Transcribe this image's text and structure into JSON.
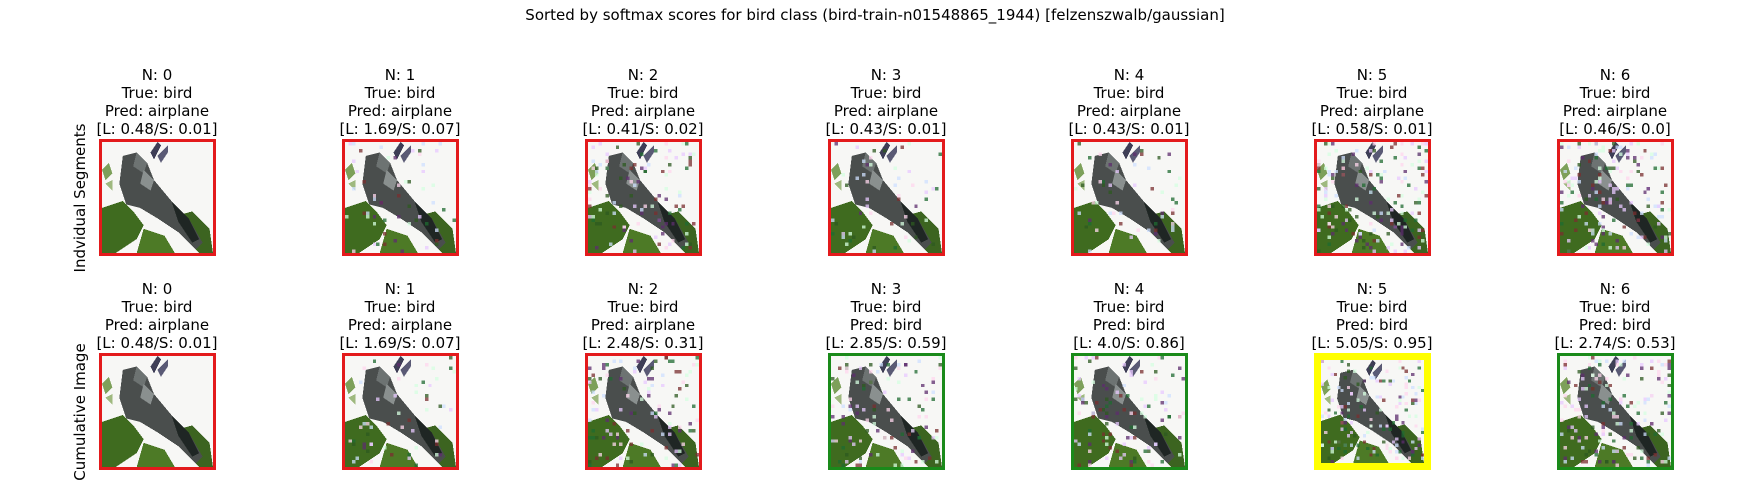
{
  "title": "Sorted by softmax scores for bird class (bird-train-n01548865_1944) [felzenszwalb/gaussian]",
  "row_labels": [
    "Indvidual Segments",
    "Cumulative Image"
  ],
  "colors": {
    "red": "#e31a1c",
    "green": "#1a8a1a",
    "yellow": "#ffff00"
  },
  "rows": [
    {
      "name": "individual",
      "cells": [
        {
          "n": "N: 0",
          "true": "True: bird",
          "pred": "Pred: airplane",
          "score": "[L: 0.48/S: 0.01]",
          "border": "red",
          "noise": 0
        },
        {
          "n": "N: 1",
          "true": "True: bird",
          "pred": "Pred: airplane",
          "score": "[L: 1.69/S: 0.07]",
          "border": "red",
          "noise": 1
        },
        {
          "n": "N: 2",
          "true": "True: bird",
          "pred": "Pred: airplane",
          "score": "[L: 0.41/S: 0.02]",
          "border": "red",
          "noise": 2
        },
        {
          "n": "N: 3",
          "true": "True: bird",
          "pred": "Pred: airplane",
          "score": "[L: 0.43/S: 0.01]",
          "border": "red",
          "noise": 1
        },
        {
          "n": "N: 4",
          "true": "True: bird",
          "pred": "Pred: airplane",
          "score": "[L: 0.43/S: 0.01]",
          "border": "red",
          "noise": 1
        },
        {
          "n": "N: 5",
          "true": "True: bird",
          "pred": "Pred: airplane",
          "score": "[L: 0.58/S: 0.01]",
          "border": "red",
          "noise": 3
        },
        {
          "n": "N: 6",
          "true": "True: bird",
          "pred": "Pred: airplane",
          "score": "[L: 0.46/S: 0.0]",
          "border": "red",
          "noise": 3
        }
      ]
    },
    {
      "name": "cumulative",
      "cells": [
        {
          "n": "N: 0",
          "true": "True: bird",
          "pred": "Pred: airplane",
          "score": "[L: 0.48/S: 0.01]",
          "border": "red",
          "noise": 0
        },
        {
          "n": "N: 1",
          "true": "True: bird",
          "pred": "Pred: airplane",
          "score": "[L: 1.69/S: 0.07]",
          "border": "red",
          "noise": 1
        },
        {
          "n": "N: 2",
          "true": "True: bird",
          "pred": "Pred: airplane",
          "score": "[L: 2.48/S: 0.31]",
          "border": "red",
          "noise": 2
        },
        {
          "n": "N: 3",
          "true": "True: bird",
          "pred": "Pred: bird",
          "score": "[L: 2.85/S: 0.59]",
          "border": "green",
          "noise": 2
        },
        {
          "n": "N: 4",
          "true": "True: bird",
          "pred": "Pred: bird",
          "score": "[L: 4.0/S: 0.86]",
          "border": "green",
          "noise": 2
        },
        {
          "n": "N: 5",
          "true": "True: bird",
          "pred": "Pred: bird",
          "score": "[L: 5.05/S: 0.95]",
          "border": "yellow",
          "noise": 3
        },
        {
          "n": "N: 6",
          "true": "True: bird",
          "pred": "Pred: bird",
          "score": "[L: 2.74/S: 0.53]",
          "border": "green",
          "noise": 3
        }
      ]
    }
  ],
  "chart_data": {
    "type": "table",
    "title": "Sorted by softmax scores for bird class (bird-train-n01548865_1944) [felzenszwalb/gaussian]",
    "rows": [
      "Indvidual Segments",
      "Cumulative Image"
    ],
    "columns": [
      "N: 0",
      "N: 1",
      "N: 2",
      "N: 3",
      "N: 4",
      "N: 5",
      "N: 6"
    ],
    "series": [
      {
        "name": "Indvidual Segments",
        "pred": [
          "airplane",
          "airplane",
          "airplane",
          "airplane",
          "airplane",
          "airplane",
          "airplane"
        ],
        "L": [
          0.48,
          1.69,
          0.41,
          0.43,
          0.43,
          0.58,
          0.46
        ],
        "S": [
          0.01,
          0.07,
          0.02,
          0.01,
          0.01,
          0.01,
          0.0
        ]
      },
      {
        "name": "Cumulative Image",
        "pred": [
          "airplane",
          "airplane",
          "airplane",
          "bird",
          "bird",
          "bird",
          "bird"
        ],
        "L": [
          0.48,
          1.69,
          2.48,
          2.85,
          4.0,
          5.05,
          2.74
        ],
        "S": [
          0.01,
          0.07,
          0.31,
          0.59,
          0.86,
          0.95,
          0.53
        ]
      }
    ]
  }
}
